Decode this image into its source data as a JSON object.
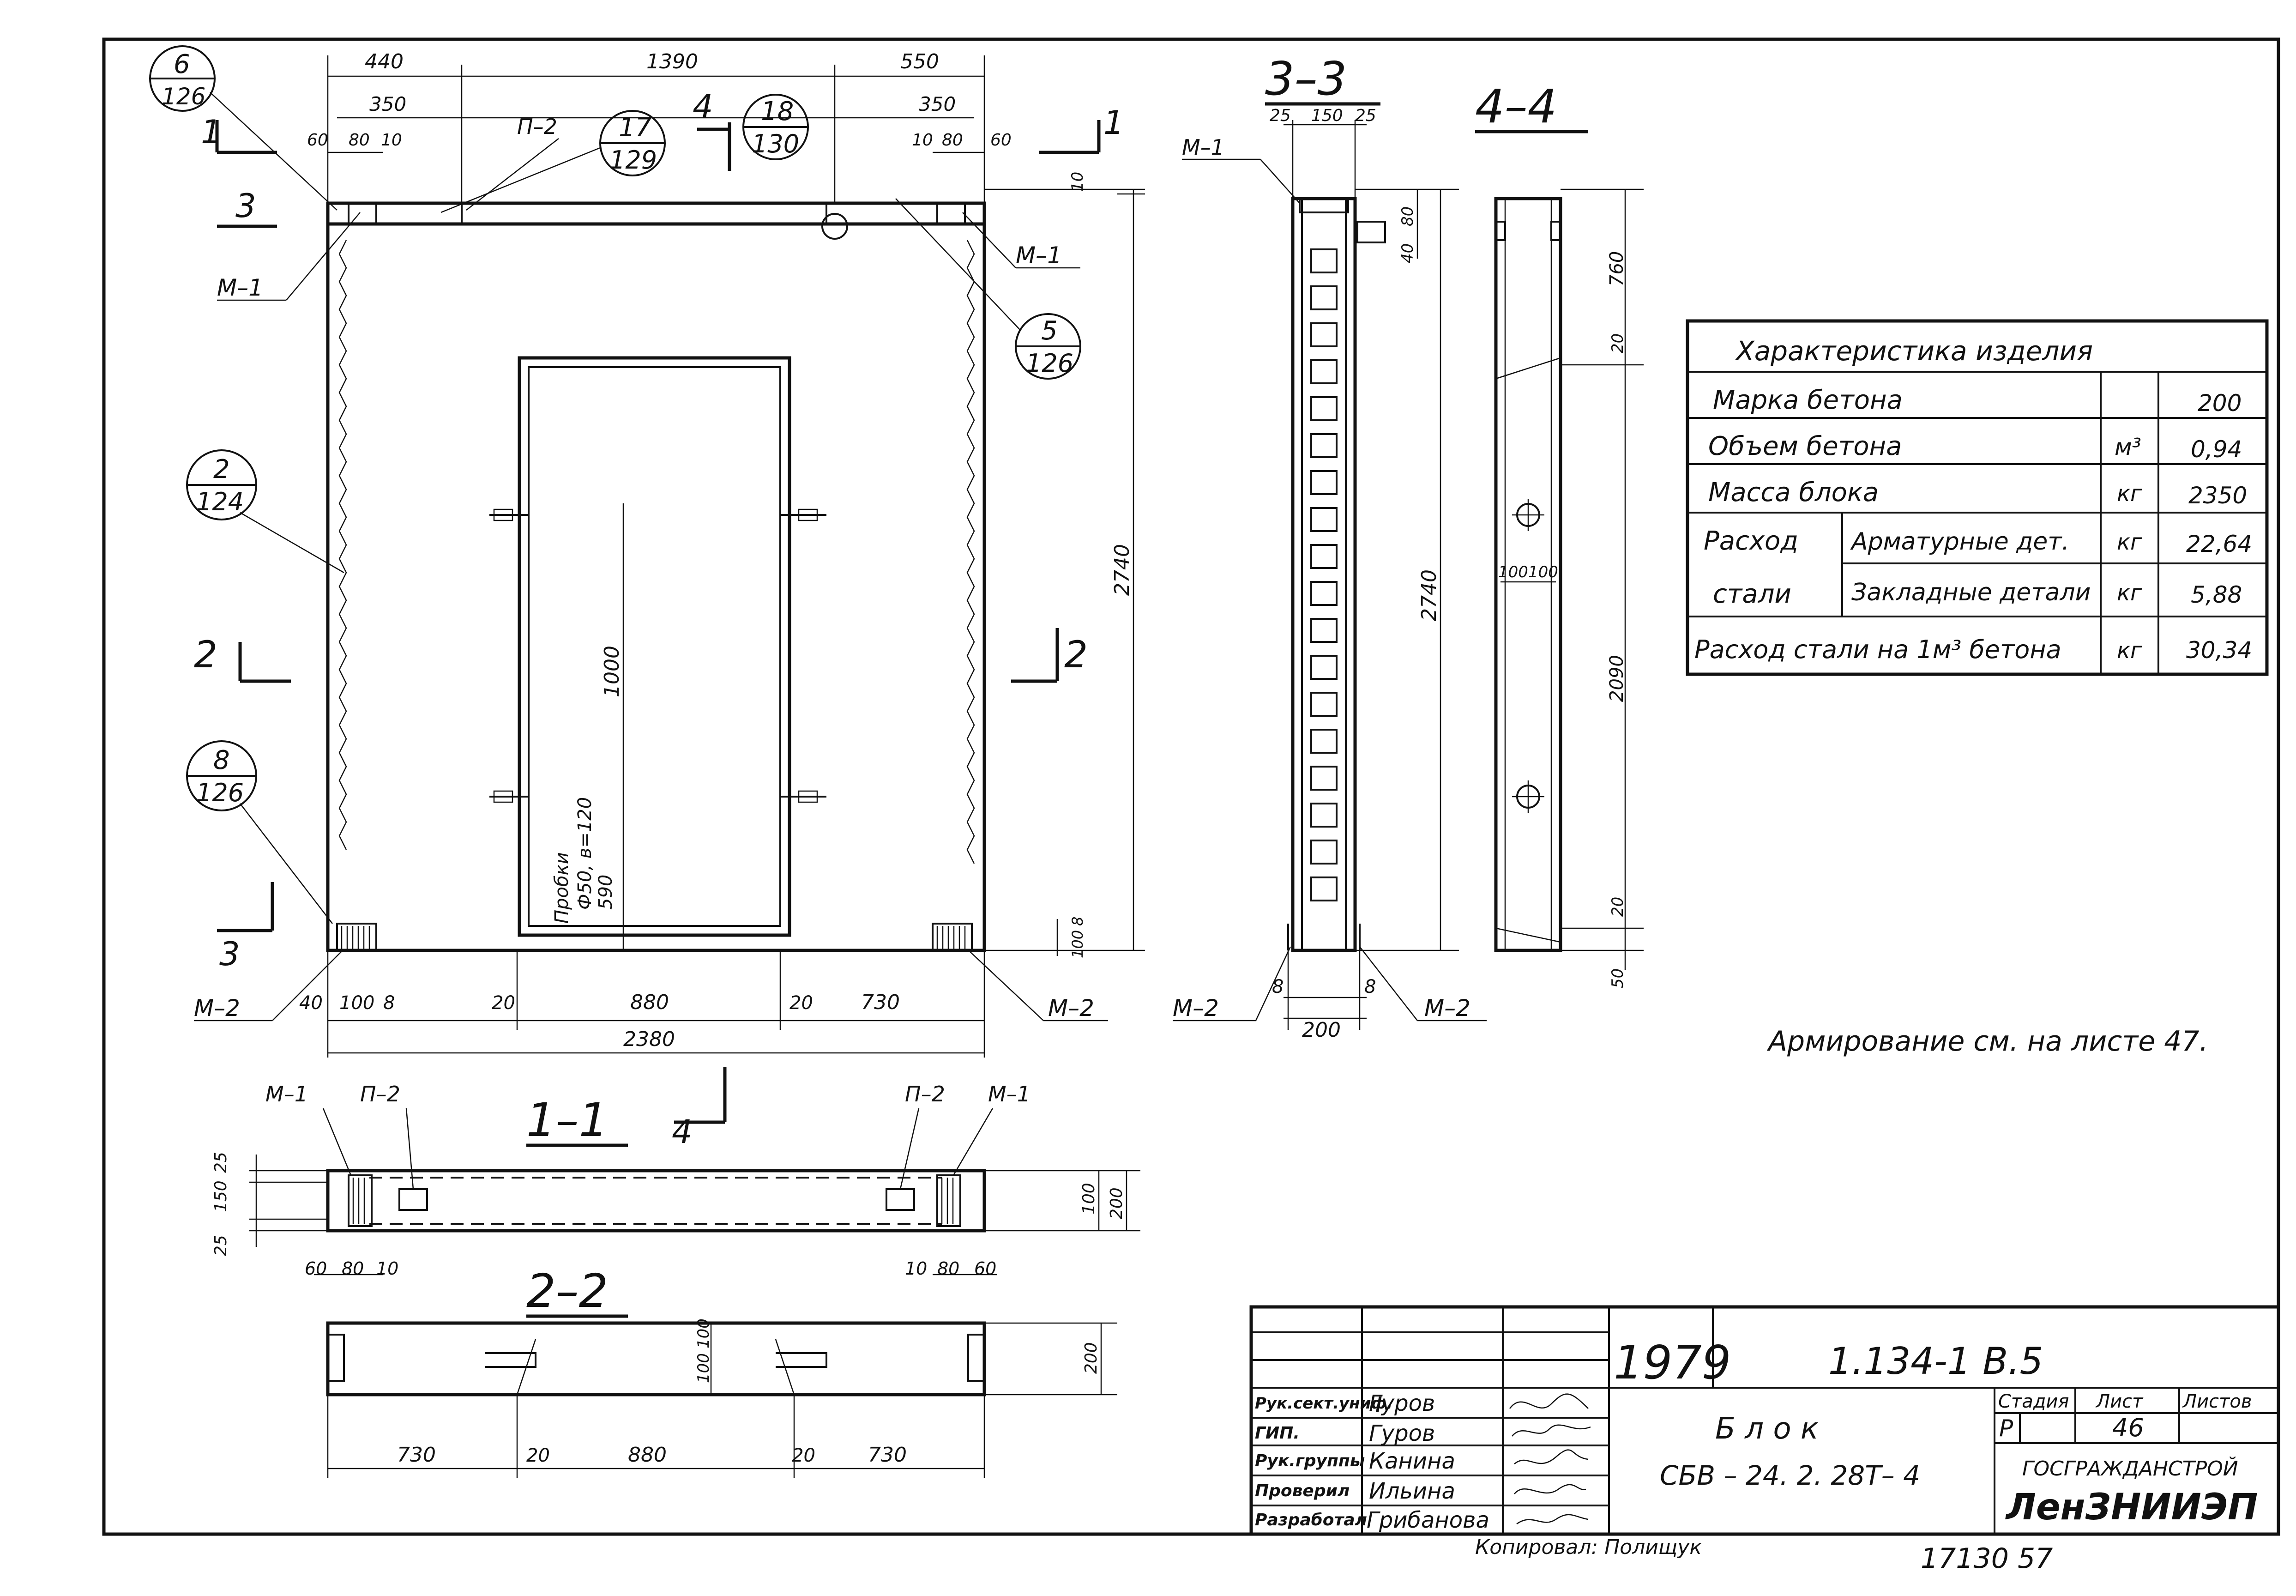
{
  "sections": {
    "s33": "3–3",
    "s44": "4–4",
    "s11": "1–1",
    "s22": "2–2"
  },
  "cut_marks": {
    "one": "1",
    "two": "2",
    "three": "3",
    "four": "4"
  },
  "callouts": [
    {
      "top": "6",
      "bottom": "126"
    },
    {
      "top": "17",
      "bottom": "129"
    },
    {
      "top": "18",
      "bottom": "130"
    },
    {
      "top": "5",
      "bottom": "126"
    },
    {
      "top": "2",
      "bottom": "124"
    },
    {
      "top": "8",
      "bottom": "126"
    }
  ],
  "labels": {
    "m1": "М–1",
    "m2": "М–2",
    "p2": "П–2",
    "probki": "Пробки",
    "probki_size": "Ф50, в=120",
    "probki_dim": "590"
  },
  "dims": {
    "top": [
      "440",
      "1390",
      "550"
    ],
    "top_sub_left": [
      "350",
      "60",
      "80",
      "10"
    ],
    "top_sub_right": [
      "350",
      "10",
      "80",
      "60"
    ],
    "right_10": "10",
    "height": "2740",
    "opening": "1000",
    "bottom": [
      "40",
      "100",
      "8",
      "20",
      "880",
      "20",
      "730"
    ],
    "right_bottom": [
      "100",
      "8"
    ],
    "total": "2380",
    "s33_top": [
      "25",
      "150",
      "25"
    ],
    "s33_side": [
      "40",
      "80"
    ],
    "s33_bottom": [
      "8",
      "8",
      "200"
    ],
    "s44": [
      "760",
      "20",
      "2090",
      "20",
      "50",
      "100",
      "100"
    ],
    "s11_left": [
      "25",
      "150",
      "25"
    ],
    "s11_right": [
      "100",
      "200"
    ],
    "s11_bottom_left": [
      "60",
      "80",
      "10"
    ],
    "s11_bottom_right": [
      "10",
      "80",
      "60"
    ],
    "s22_right": "200",
    "s22_mid": [
      "100",
      "100"
    ],
    "s22_bottom": [
      "730",
      "20",
      "880",
      "20",
      "730"
    ]
  },
  "characteristics": {
    "title": "Характеристика    изделия",
    "rows": [
      {
        "label": "Марка   бетона",
        "unit": "",
        "value": "200"
      },
      {
        "label": "Объем   бетона",
        "unit": "м³",
        "value": "0,94"
      },
      {
        "label": "Масса   блока",
        "unit": "кг",
        "value": "2350"
      }
    ],
    "steel_label_1": "Расход",
    "steel_label_2": "стали",
    "steel_rows": [
      {
        "label": "Арматурные дет.",
        "unit": "кг",
        "value": "22,64"
      },
      {
        "label": "Закладные детали",
        "unit": "кг",
        "value": "5,88"
      }
    ],
    "total_row": {
      "label": "Расход стали на 1м³ бетона",
      "unit": "кг",
      "value": "30,34"
    }
  },
  "note": "Армирование  см.  на  листе 47.",
  "title_block": {
    "year": "1979",
    "series": "1.134-1  В.5",
    "roles": [
      "Рук.сект.униф.",
      "ГИП.",
      "Рук.группы",
      "Проверил",
      "Разработал"
    ],
    "names": [
      "Гуров",
      "Гуров",
      "Канина",
      "Ильина",
      "Грибанова"
    ],
    "item_name": "Б л о к",
    "item_mark": "СБВ – 24. 2. 28Т– 4",
    "stage_head": "Стадия",
    "sheet_head": "Лист",
    "sheets_head": "Листов",
    "stage": "Р",
    "sheet": "46",
    "sheets": "",
    "org1": "ГОСГРАЖДАНСТРОЙ",
    "org2": "ЛенЗНИИЭП",
    "copied": "Копировал: Полищук",
    "archive": "17130   57"
  }
}
